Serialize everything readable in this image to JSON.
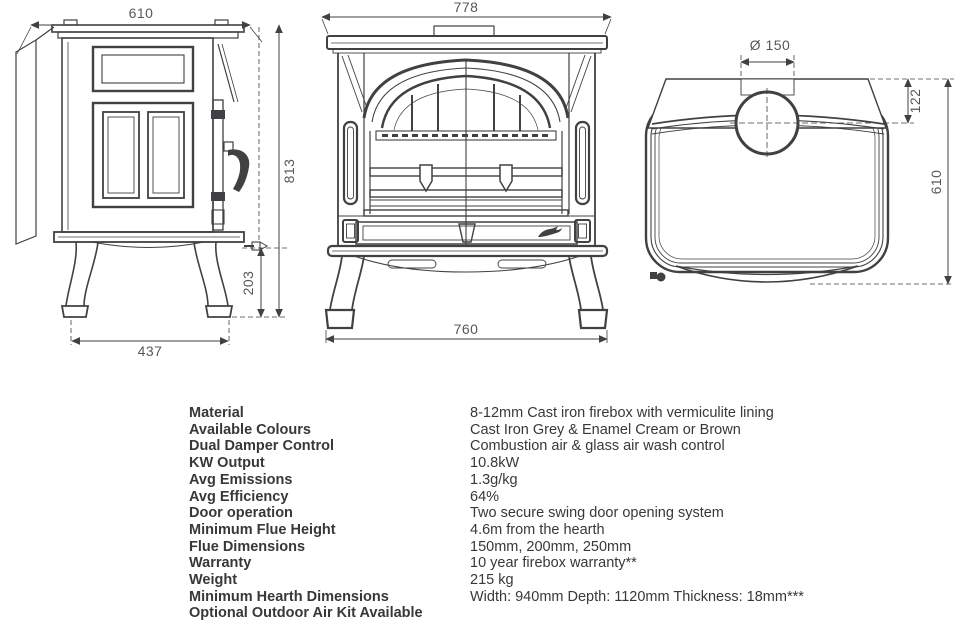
{
  "page": {
    "title": "Stove technical datasheet",
    "background": "#ffffff"
  },
  "drawings": {
    "side_view": {
      "label": "side-elevation-view",
      "dims": {
        "top_width": "610",
        "overall_height": "813",
        "leg_height": "203",
        "base_width": "437"
      }
    },
    "front_view": {
      "label": "front-elevation-view",
      "dims": {
        "top_width": "778",
        "base_width": "760"
      }
    },
    "top_view": {
      "label": "plan-top-view",
      "dims": {
        "flue_diameter": "Ø 150",
        "flue_offset": "122",
        "depth": "610"
      }
    }
  },
  "specs": {
    "rows": [
      {
        "label": "Material",
        "value": "8-12mm Cast iron firebox with vermiculite lining"
      },
      {
        "label": "Available Colours",
        "value": "Cast Iron Grey & Enamel Cream or Brown"
      },
      {
        "label": "Dual Damper Control",
        "value": "Combustion air & glass air wash control"
      },
      {
        "label": "KW Output",
        "value": "10.8kW"
      },
      {
        "label": "Avg Emissions",
        "value": "1.3g/kg"
      },
      {
        "label": "Avg Efficiency",
        "value": "64%"
      },
      {
        "label": "Door operation",
        "value": "Two secure swing door opening system"
      },
      {
        "label": "Minimum Flue Height",
        "value": "4.6m from the hearth"
      },
      {
        "label": "Flue Dimensions",
        "value": "150mm, 200mm, 250mm"
      },
      {
        "label": "Warranty",
        "value": "10 year firebox warranty**"
      },
      {
        "label": "Weight",
        "value": "215 kg"
      },
      {
        "label": "Minimum Hearth Dimensions",
        "value": "Width: 940mm Depth: 1120mm Thickness: 18mm***"
      },
      {
        "label": "Optional Outdoor Air Kit Available",
        "value": ""
      }
    ]
  },
  "colors": {
    "drawing_line": "#414042",
    "dimension_text": "#58585b",
    "spec_text": "#383838",
    "background": "#ffffff"
  }
}
